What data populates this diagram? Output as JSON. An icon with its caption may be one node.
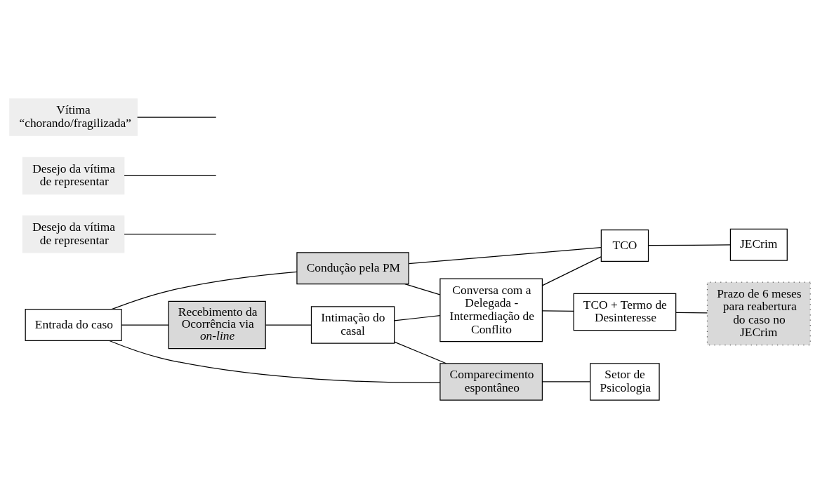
{
  "diagram": {
    "nodes": [
      {
        "text": [
          "Entrada do caso"
        ]
      },
      {
        "text": [
          "Condução pela PM"
        ]
      },
      {
        "text": [
          "Recebimento da Ocorrência via *on-line*"
        ]
      },
      {
        "text": [
          "Comparecimento espontâneo"
        ]
      },
      {
        "text": [
          "Intimação do casal"
        ]
      },
      {
        "text": [
          "Conversa com a Delegada - Intermediação de Conflito"
        ]
      },
      {
        "text": [
          "TCO"
        ]
      },
      {
        "text": [
          "JECrim"
        ]
      },
      {
        "text": [
          "Desejo da vítima de representar"
        ]
      },
      {
        "text": [
          "Desejo da vítima de representar"
        ]
      },
      {
        "text": [
          "TCO + Termo de Desinteresse"
        ]
      },
      {
        "text": [
          "Prazo de 6 meses para reabertura do caso no JECrim"
        ]
      },
      {
        "text": [
          "Vítima “chorando/fragilizada”"
        ]
      },
      {
        "text": [
          "Setor de Psicologia"
        ]
      }
    ],
    "edges": [
      {
        "from": 0,
        "to": 1,
        "arrow": "none"
      },
      {
        "from": 0,
        "to": 2,
        "arrow": "none"
      },
      {
        "from": 0,
        "to": 3,
        "arrow": "none"
      },
      {
        "from": 1,
        "to": 6,
        "arrow": "none"
      },
      {
        "from": 1,
        "to": 5,
        "arrow": "none"
      },
      {
        "from": 2,
        "to": 4,
        "arrow": "none"
      },
      {
        "from": 4,
        "to": 5,
        "arrow": "none"
      },
      {
        "from": 5,
        "to": 6,
        "arrow": "none"
      },
      {
        "from": 6,
        "to": 7,
        "arrow": "none"
      },
      {
        "from": 8,
        "to": null,
        "arrow": "none"
      },
      {
        "from": 4,
        "to": 3,
        "arrow": "none"
      },
      {
        "from": 9,
        "to": null,
        "arrow": "none"
      },
      {
        "from": 5,
        "to": 10,
        "arrow": "none"
      },
      {
        "from": 10,
        "to": 11,
        "arrow": "none"
      },
      {
        "from": 3,
        "to": 13,
        "arrow": "none"
      },
      {
        "from": 12,
        "to": null,
        "arrow": "none"
      }
    ]
  }
}
